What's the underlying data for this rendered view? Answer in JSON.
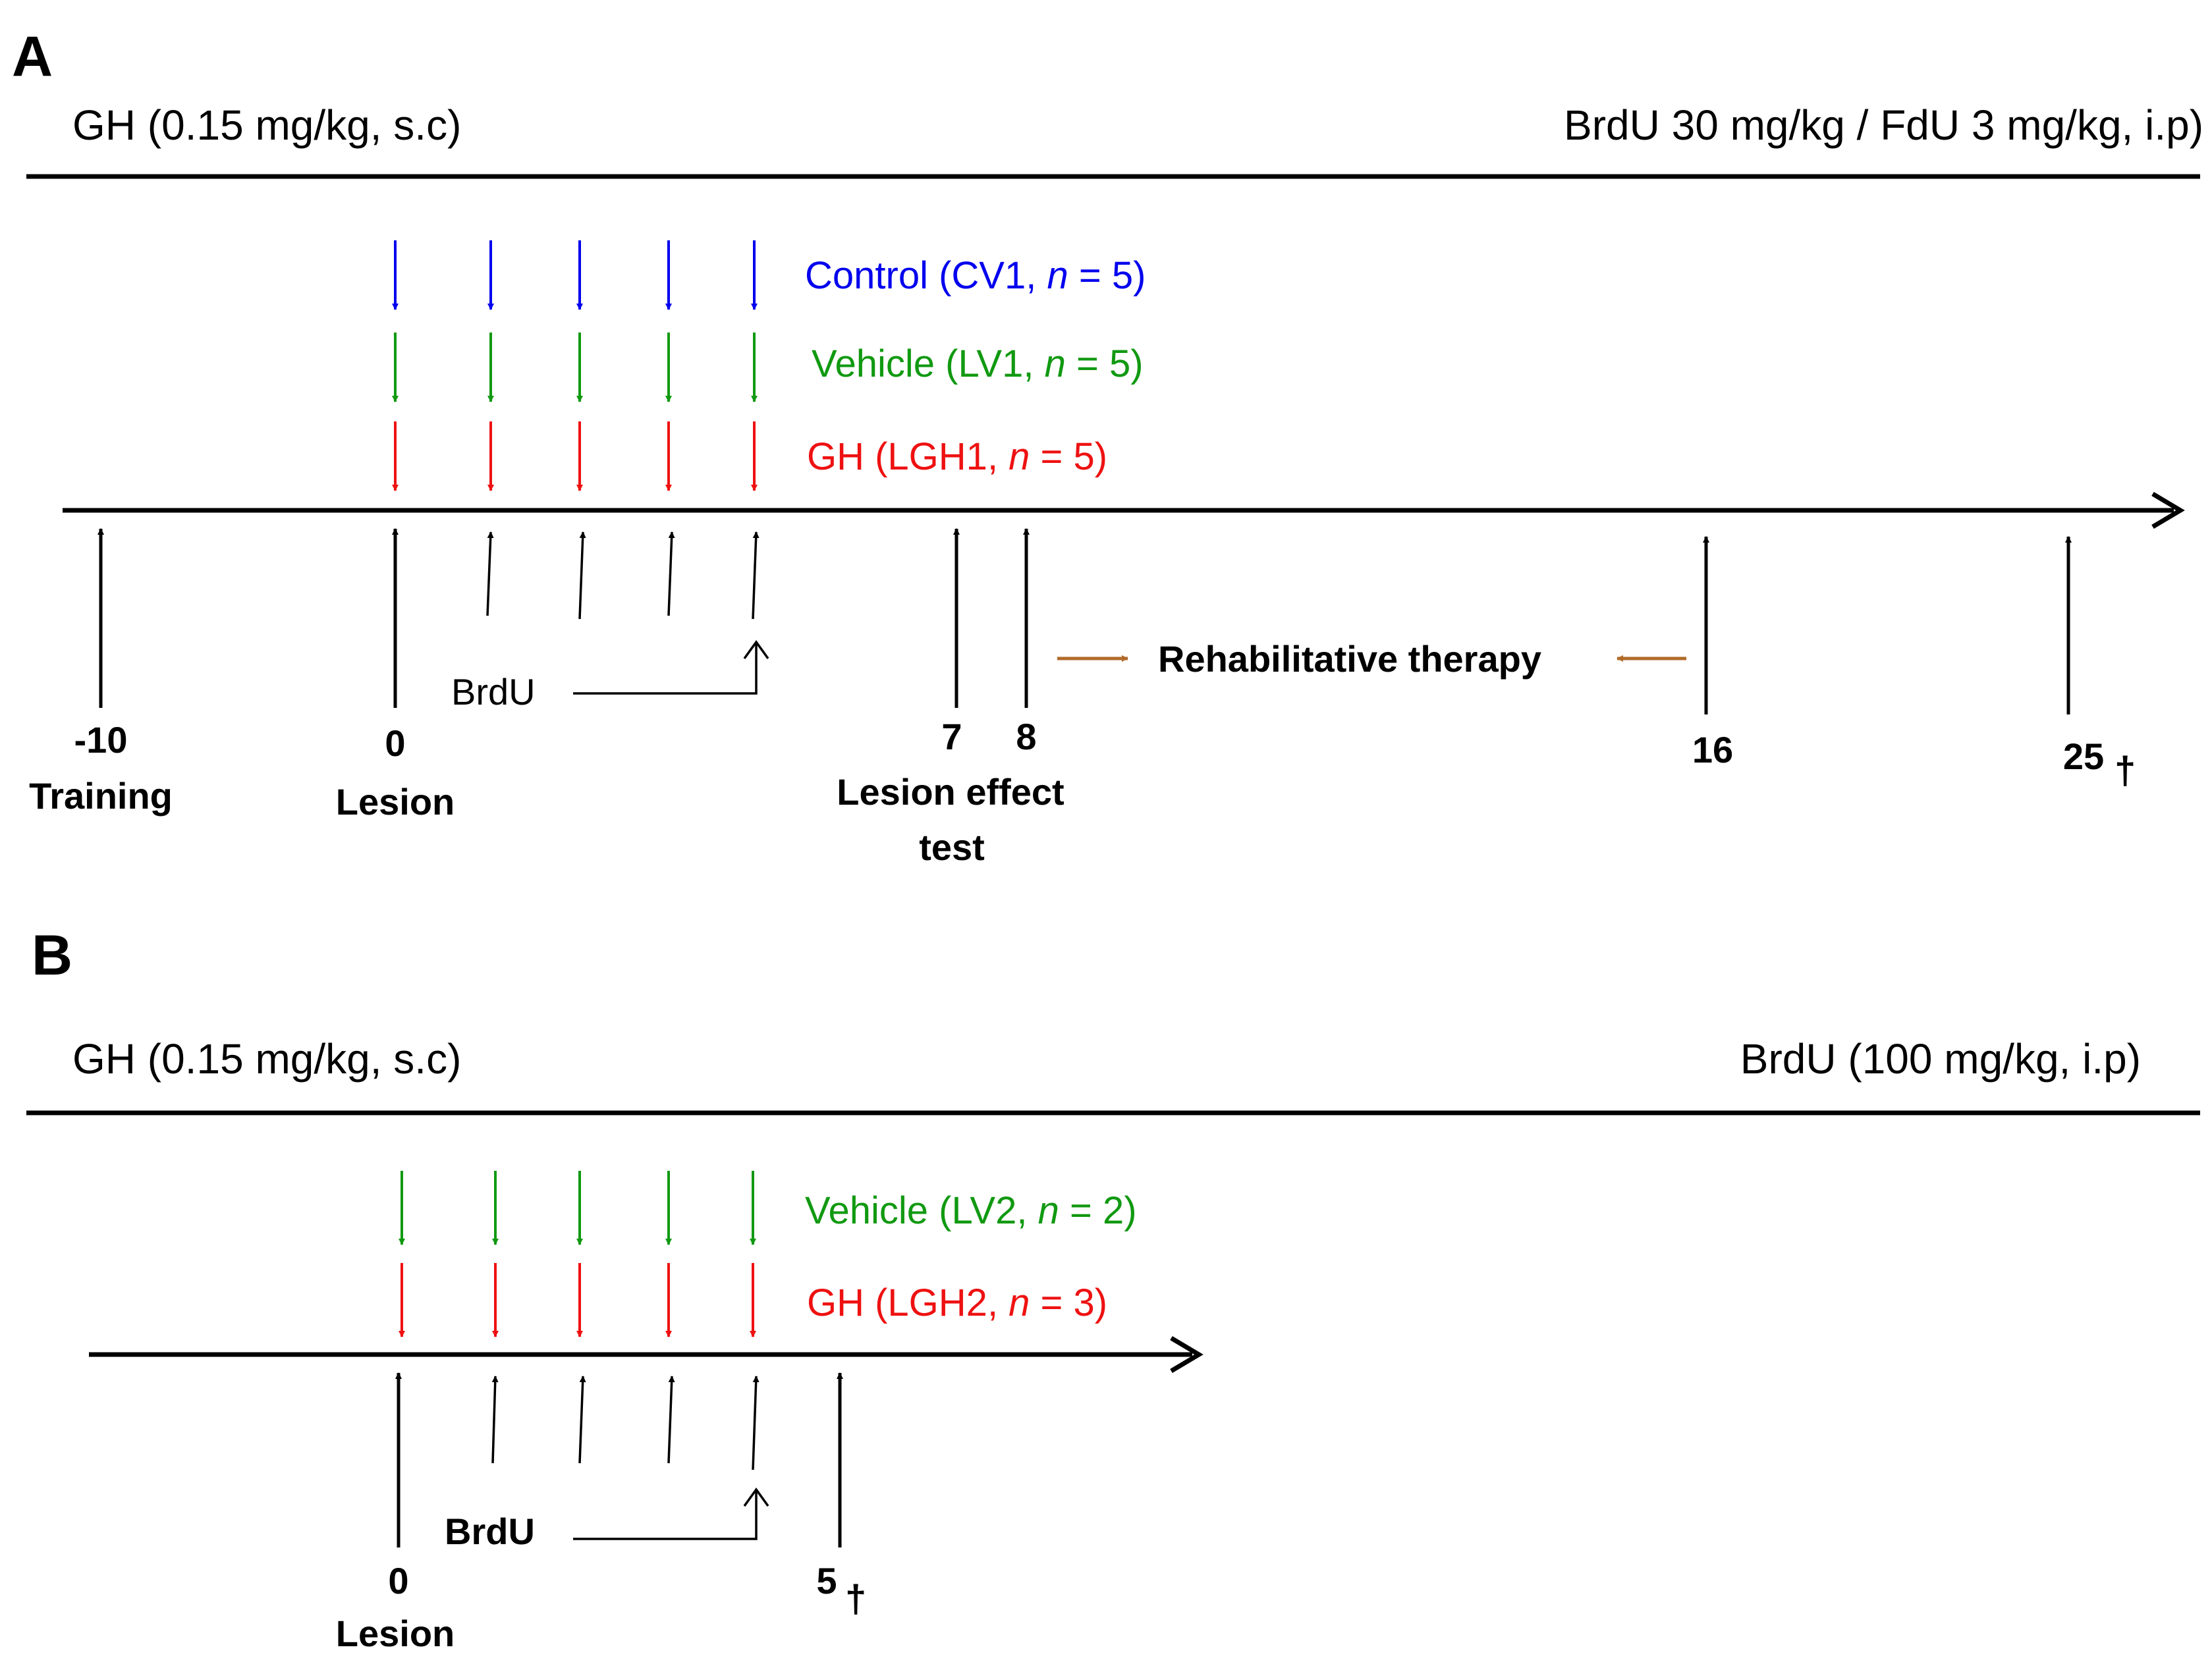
{
  "colors": {
    "control": "#0000ee",
    "vehicle": "#119911",
    "gh": "#ee1111",
    "therapy_arrow": "#b06a2a",
    "ink": "#000000"
  },
  "panel_a": {
    "letter": "A",
    "left_header": "GH (0.15 mg/kg, s.c)",
    "right_header": "BrdU 30 mg/kg / FdU 3 mg/kg, i.p)",
    "groups": [
      {
        "name": "Control",
        "label_pre": "Control (CV1, ",
        "n_symbol": "n",
        "label_post": " = 5)",
        "color_key": "control"
      },
      {
        "name": "Vehicle",
        "label_pre": "Vehicle (LV1, ",
        "n_symbol": "n",
        "label_post": " = 5)",
        "color_key": "vehicle"
      },
      {
        "name": "GH",
        "label_pre": "GH (LGH1, ",
        "n_symbol": "n",
        "label_post": " = 5)",
        "color_key": "gh"
      }
    ],
    "timepoints": [
      {
        "day": "-10",
        "caption": [
          "Training"
        ]
      },
      {
        "day": "0",
        "caption": [
          "Lesion"
        ]
      },
      {
        "day": "7",
        "caption": []
      },
      {
        "day": "8",
        "caption": []
      },
      {
        "day": "16",
        "caption": []
      },
      {
        "day": "25",
        "caption": []
      }
    ],
    "lesion_effect_caption": [
      "Lesion effect",
      "test"
    ],
    "brdu_label": "BrdU",
    "therapy_label": "Rehabilitative therapy",
    "dagger": "†"
  },
  "panel_b": {
    "letter": "B",
    "left_header": "GH (0.15 mg/kg, s.c)",
    "right_header": "BrdU (100 mg/kg, i.p)",
    "groups": [
      {
        "name": "Vehicle",
        "label_pre": "Vehicle (LV2, ",
        "n_symbol": "n",
        "label_post": " = 2)",
        "color_key": "vehicle"
      },
      {
        "name": "GH",
        "label_pre": "GH (LGH2, ",
        "n_symbol": "n",
        "label_post": " = 3)",
        "color_key": "gh"
      }
    ],
    "timepoints": [
      {
        "day": "0",
        "caption": [
          "Lesion"
        ]
      },
      {
        "day": "5",
        "caption": []
      }
    ],
    "brdu_label": "BrdU",
    "dagger": "†"
  }
}
